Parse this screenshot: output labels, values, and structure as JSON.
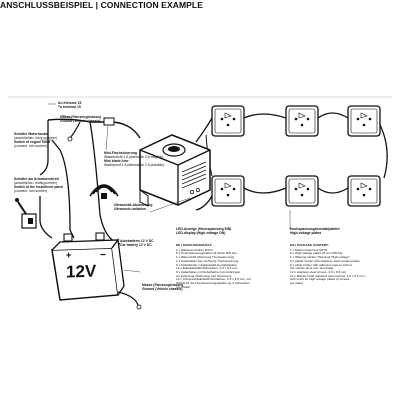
{
  "title": "ANSCHLUSSBEISPIEL | CONNECTION EXAMPLE",
  "labels": {
    "ignition_de": "An Klemme 15",
    "ignition_en": "To terminal 15",
    "ground_de": "Masse (Fahrzeugchassis)",
    "ground_en": "Ground (Vehicle chassis)",
    "switch_de": "Schalter Motorhaube",
    "switch_de2": "(anschließen, nicht nummer)",
    "switch_en": "Switch of engine hood",
    "switch_en2": "(connect, not number)",
    "bat_switch_de": "Schalter am Armaturenbrett",
    "bat_switch_de2": "(anschließen, nicht nummer)",
    "bat_switch_en": "Switch at the instrument panel",
    "bat_switch_en2": "(connect, not number)",
    "fuse_de": "Mini-Flachsicherung",
    "fuse_de2": "Wasserdicht 1 A (alternativ 2 A möglich)",
    "fuse_en": "Mini blade fuse",
    "fuse_en2": "Waterproof 1 A (alternative 2 A possible)",
    "ultrasonic_de": "Ultraschall-Abstrahlung",
    "ultrasonic_en": "Ultrasonic radiation",
    "led_de": "LED-Anzeige (Hochspannung EIN)",
    "led_en": "LED-display (High-voltage ON)",
    "plates_de": "Hochspannungskontaktplatten",
    "plates_en": "High-voltage plates",
    "battery_de": "Autobatterie 12 V DC",
    "battery_en": "Car battery 12 V DC",
    "battery_text": "12V",
    "chassis_de": "Masse (Fahrzeugchassis)",
    "chassis_en": "Ground (Vehicle chassis)"
  },
  "package_de": {
    "heading": "DE | PACKUNGSINHALT:",
    "items": [
      "1 x Mardervertreiber M170",
      "6 x Hochspannungsplatten (8 Stück DIN A4)",
      "1 x Warnschild (Warnung! Hochspannung)",
      "1 x Kabelhalter-Set \"Achtung\" Hochspannung",
      "6 x Kabelbinder mit Edelstahl-Kontaktplatten",
      "12 x Edelstahlstifte/Schrauben, 2,9 x 9,5 mm",
      "6 x Kabelhalter mit Klebefläche zum Anbringen",
      "am Fahrzeug (Sicherung inkl. Klemmen)",
      "12 x Universal-Edelstahl-Schrauben, 2,9 x 9,5 mm, mit",
      "Schlitz für die Hochspannungsplatten (je 2 Schrauben",
      "pro Platte)"
    ]
  },
  "package_en": {
    "heading": "EN | PACKAGE CONTENT:",
    "items": [
      "1 x Marten Deterrent M170",
      "6 x High-voltage plates (8 pcs DIN A4)",
      "1 x Warning sticker \"Warning! High-voltage\"",
      "6 x plastic holder with stainless steel contact plates",
      "6 x cable holder with adhesive tape to stick to",
      "the vehicle (fuse incl. terminals)",
      "12 x stainless steel screws, 2.9 x 9.5 mm",
      "12 x Marder head stainless steel screws, 2.9 x 9.5 mm,",
      "with notch for high-voltage plates (2 screws",
      "per plate)"
    ]
  }
}
